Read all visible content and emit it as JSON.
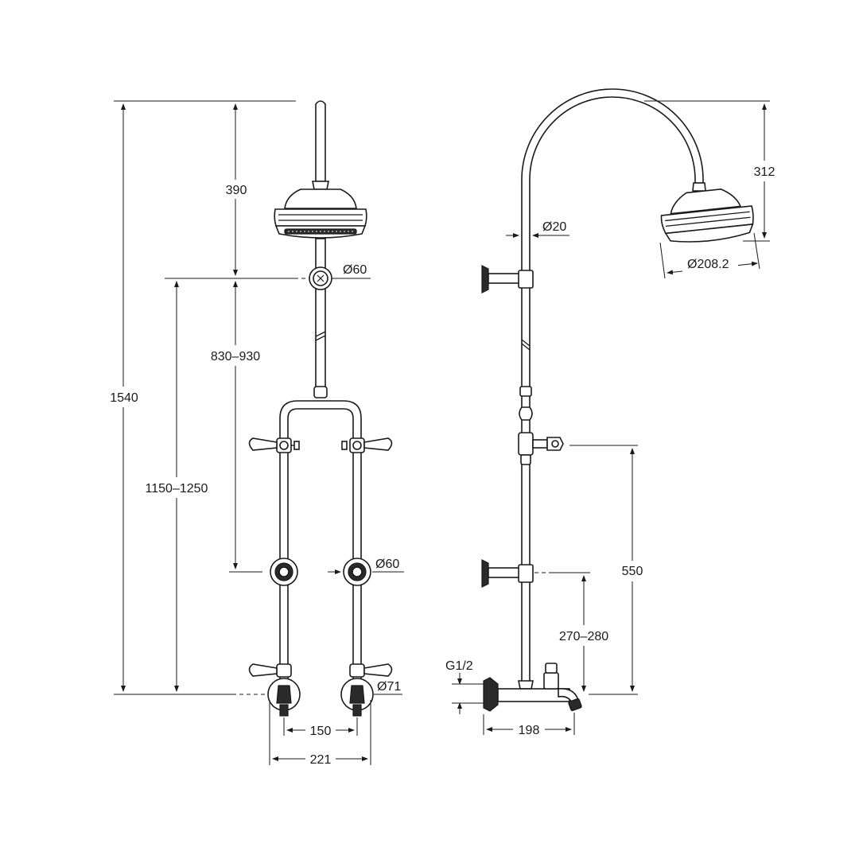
{
  "dimensions": {
    "front": {
      "overall_height": "1540",
      "head_drop": "390",
      "upper_range": "830–930",
      "lower_range": "1150–1250",
      "flange_upper": "Ø60",
      "flange_lower": "Ø60",
      "flange_base": "Ø71",
      "centres": "150",
      "overall_width": "221"
    },
    "side": {
      "arm_height": "312",
      "pipe_diameter": "Ø20",
      "head_diameter": "Ø208.2",
      "diverter_height": "550",
      "bracket_range": "270–280",
      "thread": "G1/2",
      "projection": "198"
    }
  }
}
